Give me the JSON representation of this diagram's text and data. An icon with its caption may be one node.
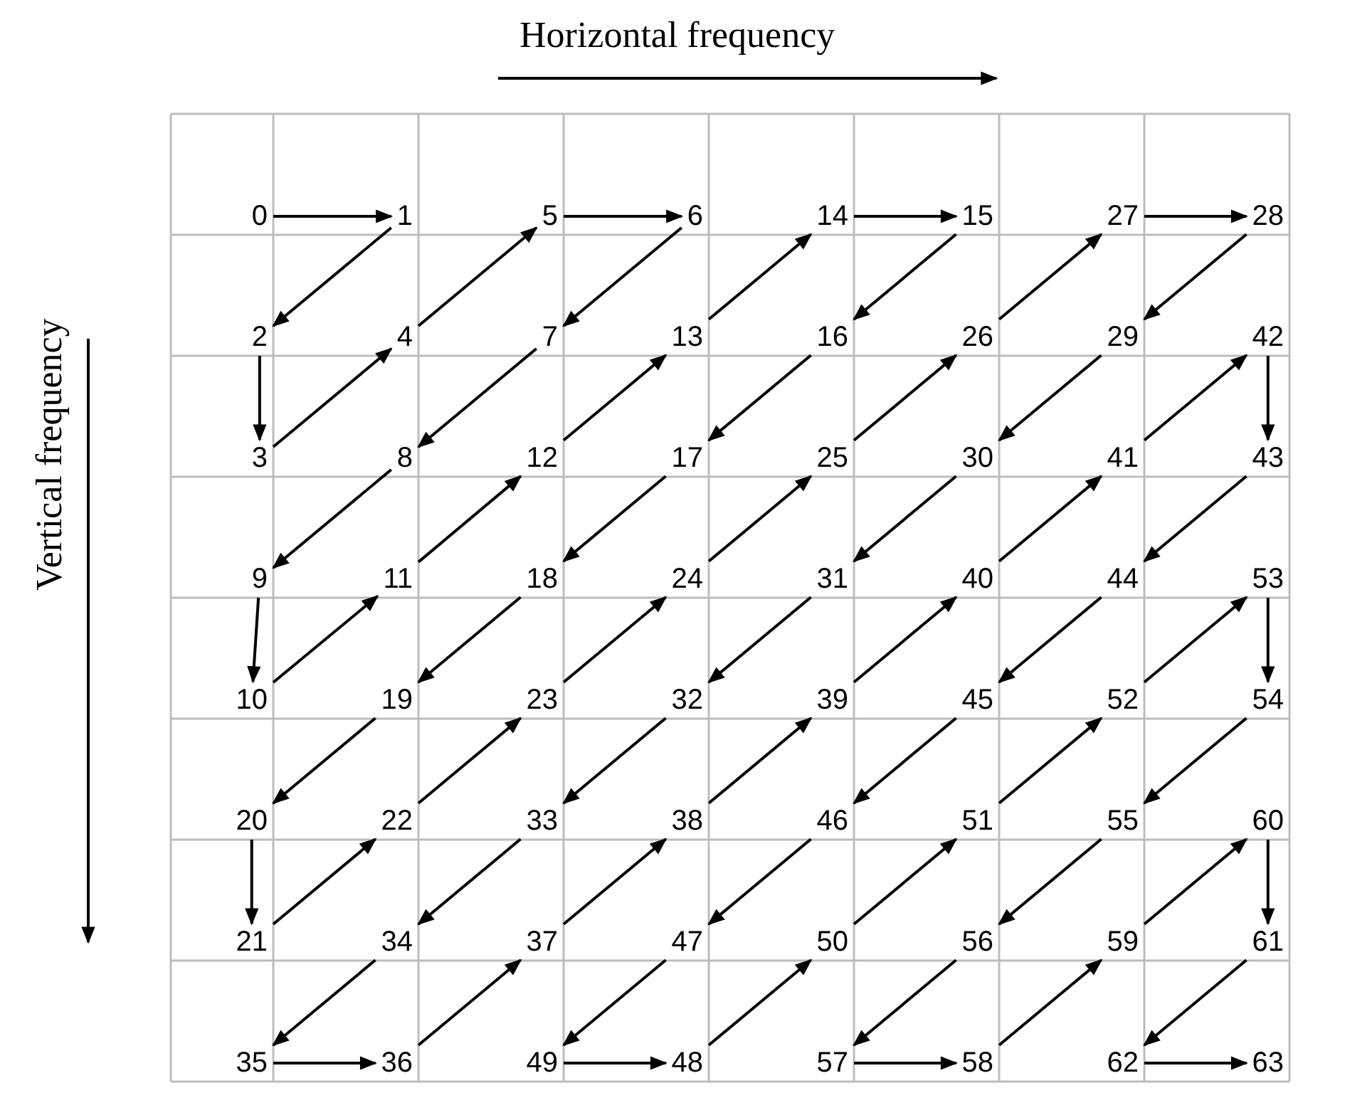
{
  "diagram": {
    "nodes": [
      {
        "text": [
          "0"
        ]
      },
      {
        "text": [
          "1"
        ]
      },
      {
        "text": [
          "5"
        ]
      },
      {
        "text": [
          "6"
        ]
      },
      {
        "text": [
          "14"
        ]
      },
      {
        "text": [
          "15"
        ]
      },
      {
        "text": [
          "27"
        ]
      },
      {
        "text": [
          "28"
        ]
      },
      {
        "text": [
          "2"
        ]
      },
      {
        "text": [
          "4"
        ]
      },
      {
        "text": [
          "7"
        ]
      },
      {
        "text": [
          "13"
        ]
      },
      {
        "text": [
          "16"
        ]
      },
      {
        "text": [
          "26"
        ]
      },
      {
        "text": [
          "29"
        ]
      },
      {
        "text": [
          "42"
        ]
      },
      {
        "text": [
          "3"
        ]
      },
      {
        "text": [
          "8"
        ]
      },
      {
        "text": [
          "12"
        ]
      },
      {
        "text": [
          "17"
        ]
      },
      {
        "text": [
          "25"
        ]
      },
      {
        "text": [
          "30"
        ]
      },
      {
        "text": [
          "41"
        ]
      },
      {
        "text": [
          "43"
        ]
      },
      {
        "text": [
          "9"
        ]
      },
      {
        "text": [
          "11"
        ]
      },
      {
        "text": [
          "18"
        ]
      },
      {
        "text": [
          "24"
        ]
      },
      {
        "text": [
          "31"
        ]
      },
      {
        "text": [
          "40"
        ]
      },
      {
        "text": [
          "44"
        ]
      },
      {
        "text": [
          "53"
        ]
      },
      {
        "text": [
          "10"
        ]
      },
      {
        "text": [
          "19"
        ]
      },
      {
        "text": [
          "23"
        ]
      },
      {
        "text": [
          "32"
        ]
      },
      {
        "text": [
          "39"
        ]
      },
      {
        "text": [
          "45"
        ]
      },
      {
        "text": [
          "52"
        ]
      },
      {
        "text": [
          "54"
        ]
      },
      {
        "text": [
          "20"
        ]
      },
      {
        "text": [
          "22"
        ]
      },
      {
        "text": [
          "33"
        ]
      },
      {
        "text": [
          "38"
        ]
      },
      {
        "text": [
          "46"
        ]
      },
      {
        "text": [
          "51"
        ]
      },
      {
        "text": [
          "55"
        ]
      },
      {
        "text": [
          "60"
        ]
      },
      {
        "text": [
          "21"
        ]
      },
      {
        "text": [
          "34"
        ]
      },
      {
        "text": [
          "37"
        ]
      },
      {
        "text": [
          "47"
        ]
      },
      {
        "text": [
          "50"
        ]
      },
      {
        "text": [
          "56"
        ]
      },
      {
        "text": [
          "59"
        ]
      },
      {
        "text": [
          "61"
        ]
      },
      {
        "text": [
          "35"
        ]
      },
      {
        "text": [
          "36"
        ]
      },
      {
        "text": [
          "49"
        ]
      },
      {
        "text": [
          "48"
        ]
      },
      {
        "text": [
          "57"
        ]
      },
      {
        "text": [
          "58"
        ]
      },
      {
        "text": [
          "62"
        ]
      },
      {
        "text": [
          "63"
        ]
      }
    ],
    "edges": [
      {
        "from": 0,
        "to": 1,
        "arrow": "to"
      },
      {
        "from": 1,
        "to": 8,
        "arrow": "to"
      },
      {
        "from": 8,
        "to": 16,
        "arrow": "to"
      },
      {
        "from": 16,
        "to": 9,
        "arrow": "to"
      },
      {
        "from": 9,
        "to": 2,
        "arrow": "to"
      },
      {
        "from": 2,
        "to": 3,
        "arrow": "to"
      },
      {
        "from": 3,
        "to": 10,
        "arrow": "to"
      },
      {
        "from": 10,
        "to": 17,
        "arrow": "to"
      },
      {
        "from": 17,
        "to": 24,
        "arrow": "to"
      },
      {
        "from": 24,
        "to": 32,
        "arrow": "to"
      },
      {
        "from": 32,
        "to": 25,
        "arrow": "to"
      },
      {
        "from": 25,
        "to": 18,
        "arrow": "to"
      },
      {
        "from": 18,
        "to": 11,
        "arrow": "to"
      },
      {
        "from": 11,
        "to": 4,
        "arrow": "to"
      },
      {
        "from": 4,
        "to": 5,
        "arrow": "to"
      },
      {
        "from": 5,
        "to": 12,
        "arrow": "to"
      },
      {
        "from": 12,
        "to": 19,
        "arrow": "to"
      },
      {
        "from": 19,
        "to": 26,
        "arrow": "to"
      },
      {
        "from": 26,
        "to": 33,
        "arrow": "to"
      },
      {
        "from": 33,
        "to": 40,
        "arrow": "to"
      },
      {
        "from": 40,
        "to": 48,
        "arrow": "to"
      },
      {
        "from": 48,
        "to": 41,
        "arrow": "to"
      },
      {
        "from": 41,
        "to": 34,
        "arrow": "to"
      },
      {
        "from": 34,
        "to": 27,
        "arrow": "to"
      },
      {
        "from": 27,
        "to": 20,
        "arrow": "to"
      },
      {
        "from": 20,
        "to": 13,
        "arrow": "to"
      },
      {
        "from": 13,
        "to": 6,
        "arrow": "to"
      },
      {
        "from": 6,
        "to": 7,
        "arrow": "to"
      },
      {
        "from": 7,
        "to": 14,
        "arrow": "to"
      },
      {
        "from": 14,
        "to": 21,
        "arrow": "to"
      },
      {
        "from": 21,
        "to": 28,
        "arrow": "to"
      },
      {
        "from": 28,
        "to": 35,
        "arrow": "to"
      },
      {
        "from": 35,
        "to": 42,
        "arrow": "to"
      },
      {
        "from": 42,
        "to": 49,
        "arrow": "to"
      },
      {
        "from": 49,
        "to": 56,
        "arrow": "to"
      },
      {
        "from": 56,
        "to": 57,
        "arrow": "to"
      },
      {
        "from": 57,
        "to": 50,
        "arrow": "to"
      },
      {
        "from": 50,
        "to": 43,
        "arrow": "to"
      },
      {
        "from": 43,
        "to": 36,
        "arrow": "to"
      },
      {
        "from": 36,
        "to": 29,
        "arrow": "to"
      },
      {
        "from": 29,
        "to": 22,
        "arrow": "to"
      },
      {
        "from": 22,
        "to": 15,
        "arrow": "to"
      },
      {
        "from": 15,
        "to": 23,
        "arrow": "to"
      },
      {
        "from": 23,
        "to": 30,
        "arrow": "to"
      },
      {
        "from": 30,
        "to": 37,
        "arrow": "to"
      },
      {
        "from": 37,
        "to": 44,
        "arrow": "to"
      },
      {
        "from": 44,
        "to": 51,
        "arrow": "to"
      },
      {
        "from": 51,
        "to": 58,
        "arrow": "to"
      },
      {
        "from": 58,
        "to": 59,
        "arrow": "to"
      },
      {
        "from": 59,
        "to": 52,
        "arrow": "to"
      },
      {
        "from": 52,
        "to": 45,
        "arrow": "to"
      },
      {
        "from": 45,
        "to": 38,
        "arrow": "to"
      },
      {
        "from": 38,
        "to": 31,
        "arrow": "to"
      },
      {
        "from": 31,
        "to": 39,
        "arrow": "to"
      },
      {
        "from": 39,
        "to": 46,
        "arrow": "to"
      },
      {
        "from": 46,
        "to": 53,
        "arrow": "to"
      },
      {
        "from": 53,
        "to": 60,
        "arrow": "to"
      },
      {
        "from": 60,
        "to": 61,
        "arrow": "to"
      },
      {
        "from": 61,
        "to": 54,
        "arrow": "to"
      },
      {
        "from": 54,
        "to": 47,
        "arrow": "to"
      },
      {
        "from": 47,
        "to": 55,
        "arrow": "to"
      },
      {
        "from": 55,
        "to": 62,
        "arrow": "to"
      },
      {
        "from": 62,
        "to": 63,
        "arrow": "to"
      }
    ],
    "labels": [
      "Horizontal frequency",
      "Vertical frequency"
    ]
  }
}
